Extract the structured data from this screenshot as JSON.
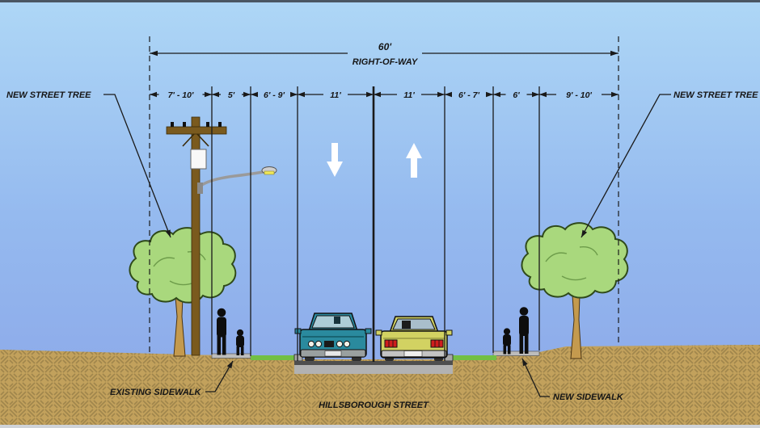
{
  "header": {
    "total_width": "60'",
    "total_width_label": "RIGHT-OF-WAY"
  },
  "dims": {
    "segments": [
      {
        "label": "7' - 10'"
      },
      {
        "label": "5'"
      },
      {
        "label": "6' - 9'"
      },
      {
        "label": "11'"
      },
      {
        "label": "11'"
      },
      {
        "label": "6' - 7'"
      },
      {
        "label": "6'"
      },
      {
        "label": "9' - 10'"
      }
    ]
  },
  "annotations": {
    "new_street_tree_left": "NEW STREET TREE",
    "new_street_tree_right": "NEW STREET TREE",
    "existing_sidewalk": "EXISTING SIDEWALK",
    "new_sidewalk": "NEW SIDEWALK",
    "street_name": "HILLSBOROUGH STREET"
  },
  "scene": {
    "left_lane_direction_icon": "down-arrow",
    "right_lane_direction_icon": "up-arrow",
    "left_vehicle": "car-front-view",
    "right_vehicle": "car-rear-view"
  },
  "colors": {
    "sky_top": "#aed7f6",
    "sky_mid": "#95baef",
    "sky_bottom": "#8ba6e8",
    "ground": "#c2a15c",
    "ground_hatch": "#9a8148",
    "canopy": "#a9d87d",
    "trunk": "#c49a4e",
    "pole": "#7a5a1e",
    "road_dark": "#4e4e4e",
    "road_light": "#b2b2b2",
    "grass": "#72bf44",
    "sidewalk": "#bdbdbd",
    "car_left_body": "#2a8a9e",
    "car_right_body": "#d2d262",
    "line_ink": "#1a1a1a",
    "arrow_white": "#ffffff"
  }
}
